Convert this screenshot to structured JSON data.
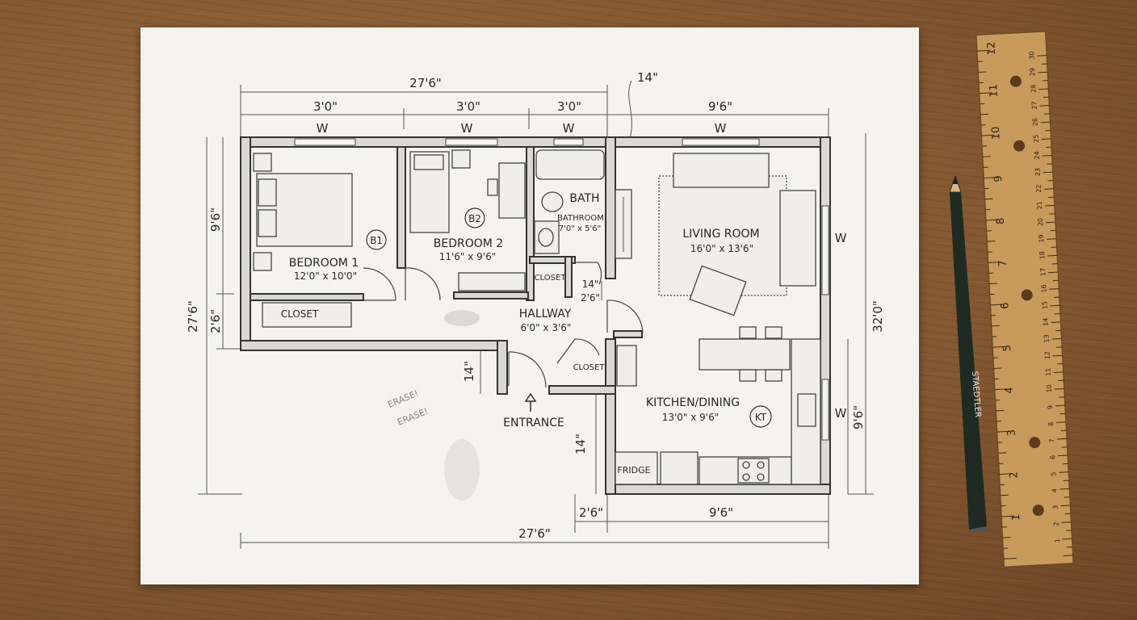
{
  "plan": {
    "overall_top": "27'6\"",
    "overall_bottom": "27'6\"",
    "overall_left": "27'6\"",
    "overall_right": "32'0\"",
    "top_segments": [
      "3'0\"",
      "3'0\"",
      "3'0\"",
      "9'6\""
    ],
    "top_note": "14\"",
    "window_mark": "W",
    "left_segments": [
      "9'6\"",
      "2'6\""
    ],
    "right_segment": "9'6\"",
    "bottom_segments": [
      "2'6\"",
      "9'6\""
    ],
    "hall_dim_14": "14\"",
    "hall_dim_26": "2'6\"",
    "entry_dim_14": "14\"",
    "kitchen_dim_14": "14\""
  },
  "rooms": {
    "bedroom1": {
      "name": "BEDROOM 1",
      "size": "12'0\" x 10'0\"",
      "tag": "B1"
    },
    "bedroom2": {
      "name": "BEDROOM 2",
      "size": "11'6\" x 9'6\"",
      "tag": "B2"
    },
    "bath": {
      "name": "BATH",
      "sub": "BATHROOM",
      "size": "7'0\" x 5'6\""
    },
    "living": {
      "name": "LIVING ROOM",
      "size": "16'0\" x 13'6\""
    },
    "hallway": {
      "name": "HALLWAY",
      "size": "6'0\" x 3'6\""
    },
    "kitchen": {
      "name": "KITCHEN/DINING",
      "size": "13'0\" x 9'6\"",
      "tag": "KT"
    },
    "closet_b1": "CLOSET",
    "closet_bath": "CLOSET",
    "closet_entry": "CLOSET",
    "fridge": "FRIDGE",
    "entrance": "ENTRANCE"
  },
  "scribbles": [
    "ERASE!",
    "ERASE!"
  ],
  "pencil_brand": "STAEDTLER",
  "ruler": {
    "inch_marks": [
      "1",
      "2",
      "3",
      "4",
      "5",
      "6",
      "7",
      "8",
      "9",
      "10",
      "11",
      "12"
    ],
    "cm_marks": [
      "1",
      "2",
      "3",
      "4",
      "5",
      "6",
      "7",
      "8",
      "9",
      "10",
      "11",
      "12",
      "13",
      "14",
      "15",
      "16",
      "17",
      "18",
      "19",
      "20",
      "21",
      "22",
      "23",
      "24",
      "25",
      "26",
      "27",
      "28",
      "29",
      "30"
    ]
  },
  "colors": {
    "paper": "#f4f3ef",
    "wood": "#8a5e35",
    "graphite": "#333333",
    "ruler": "#c89a5c"
  }
}
